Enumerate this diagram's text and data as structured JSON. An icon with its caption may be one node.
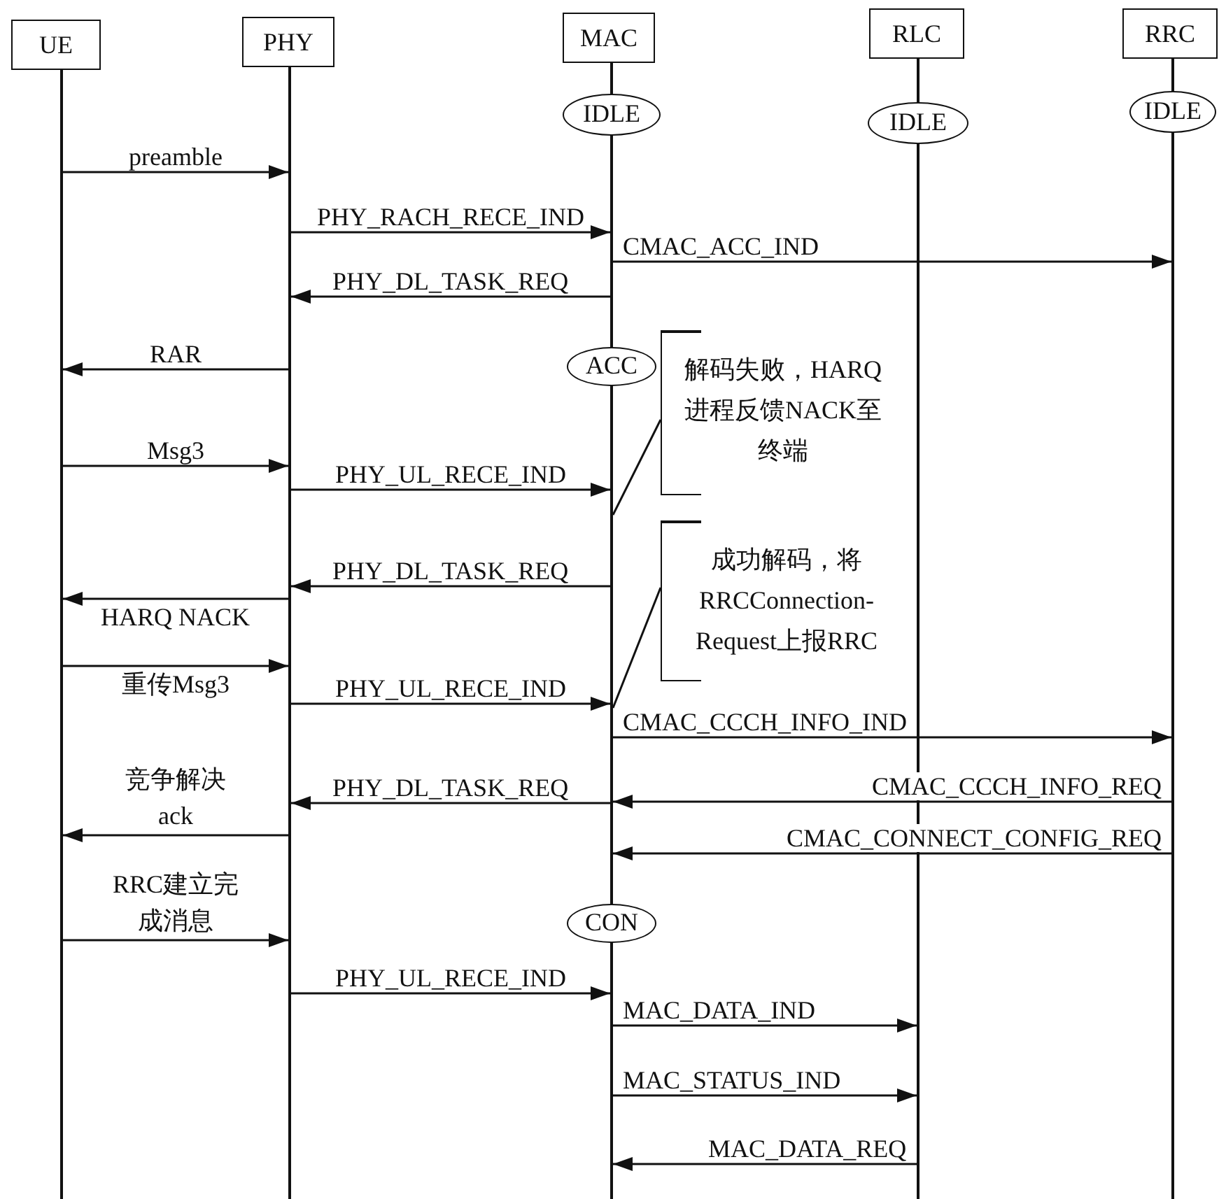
{
  "diagram": {
    "nodes": [
      {
        "text": [
          "UE"
        ]
      },
      {
        "text": [
          "PHY"
        ]
      },
      {
        "text": [
          "MAC"
        ]
      },
      {
        "text": [
          "RLC"
        ]
      },
      {
        "text": [
          "RRC"
        ]
      },
      {
        "text": [
          "IDLE"
        ],
        "in": 2
      },
      {
        "text": [
          "IDLE"
        ],
        "in": 3
      },
      {
        "text": [
          "IDLE"
        ],
        "in": 4
      },
      {
        "text": [
          "ACC"
        ],
        "in": 2
      },
      {
        "text": [
          "CON"
        ],
        "in": 2
      },
      {
        "text": [
          "解码失败，HARQ进程反馈NACK至终端"
        ]
      },
      {
        "text": [
          "成功解码，将RRCConnection-Request上报RRC"
        ]
      }
    ],
    "edges": [
      {
        "from": 0,
        "to": 1,
        "arrow": "to",
        "label": "preamble"
      },
      {
        "from": 1,
        "to": 2,
        "arrow": "to",
        "label": "PHY_RACH_RECE_IND"
      },
      {
        "from": 2,
        "to": 4,
        "arrow": "to",
        "label": "CMAC_ACC_IND"
      },
      {
        "from": 2,
        "to": 1,
        "arrow": "to",
        "label": "PHY_DL_TASK_REQ"
      },
      {
        "from": 1,
        "to": 0,
        "arrow": "to",
        "label": "RAR"
      },
      {
        "from": 0,
        "to": 1,
        "arrow": "to",
        "label": "Msg3"
      },
      {
        "from": 1,
        "to": 2,
        "arrow": "to",
        "label": "PHY_UL_RECE_IND"
      },
      {
        "from": 2,
        "to": 1,
        "arrow": "to",
        "label": "PHY_DL_TASK_REQ"
      },
      {
        "from": 1,
        "to": 0,
        "arrow": "to",
        "label": "HARQ NACK"
      },
      {
        "from": 0,
        "to": 1,
        "arrow": "to",
        "label": "重传Msg3"
      },
      {
        "from": 1,
        "to": 2,
        "arrow": "to",
        "label": "PHY_UL_RECE_IND"
      },
      {
        "from": 2,
        "to": 4,
        "arrow": "to",
        "label": "CMAC_CCCH_INFO_IND"
      },
      {
        "from": 4,
        "to": 2,
        "arrow": "to",
        "label": "CMAC_CCCH_INFO_REQ"
      },
      {
        "from": 2,
        "to": 1,
        "arrow": "to",
        "label": "PHY_DL_TASK_REQ"
      },
      {
        "from": 1,
        "to": 0,
        "arrow": "to",
        "label": "竞争解决 ack"
      },
      {
        "from": 4,
        "to": 2,
        "arrow": "to",
        "label": "CMAC_CONNECT_CONFIG_REQ"
      },
      {
        "from": 0,
        "to": 1,
        "arrow": "to",
        "label": "RRC建立完成消息"
      },
      {
        "from": 1,
        "to": 2,
        "arrow": "to",
        "label": "PHY_UL_RECE_IND"
      },
      {
        "from": 2,
        "to": 3,
        "arrow": "to",
        "label": "MAC_DATA_IND"
      },
      {
        "from": 2,
        "to": 3,
        "arrow": "to",
        "label": "MAC_STATUS_IND"
      },
      {
        "from": 3,
        "to": 2,
        "arrow": "to",
        "label": "MAC_DATA_REQ"
      },
      {
        "from": 10,
        "to": 2,
        "arrow": "none"
      },
      {
        "from": 11,
        "to": 2,
        "arrow": "none"
      }
    ]
  }
}
